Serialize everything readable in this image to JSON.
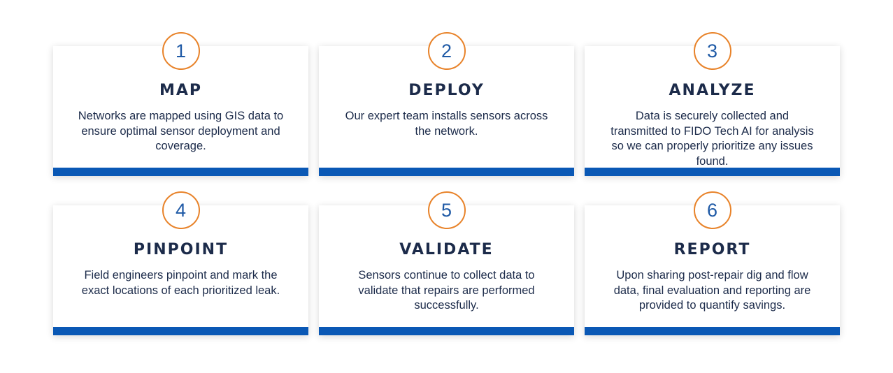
{
  "steps": [
    {
      "number": "1",
      "title": "MAP",
      "description": "Networks are mapped using GIS data to ensure optimal sensor deployment and coverage."
    },
    {
      "number": "2",
      "title": "DEPLOY",
      "description": "Our expert team installs sensors across the network."
    },
    {
      "number": "3",
      "title": "ANALYZE",
      "description": "Data is securely collected and transmitted to FIDO Tech AI for analysis so we can properly prioritize any issues found."
    },
    {
      "number": "4",
      "title": "PINPOINT",
      "description": "Field engineers pinpoint and mark the exact locations of each prioritized leak."
    },
    {
      "number": "5",
      "title": "VALIDATE",
      "description": "Sensors continue to collect data to validate that repairs are performed successfully."
    },
    {
      "number": "6",
      "title": "REPORT",
      "description": "Upon sharing post-repair dig and flow data, final evaluation and reporting are provided to quantify savings."
    }
  ],
  "colors": {
    "accent_orange": "#e8832a",
    "number_blue": "#1f5aa6",
    "bar_blue": "#0a58b5",
    "text_navy": "#1c2b4a"
  }
}
